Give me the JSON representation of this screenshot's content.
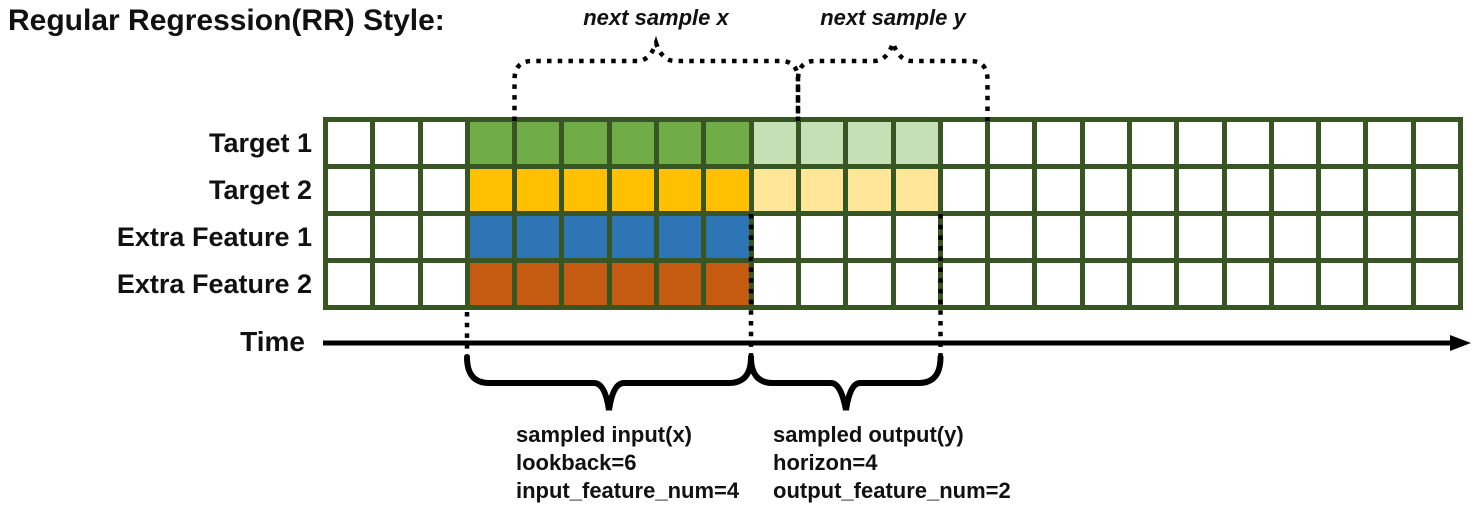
{
  "title": "Regular Regression(RR) Style:",
  "colors": {
    "grid_border": "#375623",
    "annotation_ink": "#000000",
    "cell_default": "#FFFFFF"
  },
  "diagram": {
    "grid": {
      "total_columns": 24,
      "total_rows": 4,
      "input_start_column": 3,
      "lookback": 6,
      "horizon": 4,
      "border_color": "#375623",
      "cell_default_color": "#FFFFFF"
    },
    "rows": [
      {
        "label": "Target 1",
        "input_color": "#70AD47",
        "output_color": "#C5E0B4"
      },
      {
        "label": "Target 2",
        "input_color": "#FFC000",
        "output_color": "#FFE699"
      },
      {
        "label": "Extra Feature 1",
        "input_color": "#2E75B6",
        "output_color": "#FFFFFF"
      },
      {
        "label": "Extra Feature 2",
        "input_color": "#C55A11",
        "output_color": "#FFFFFF"
      }
    ],
    "top_braces": {
      "next_x_label": "next sample x",
      "next_y_label": "next sample y"
    },
    "time_axis_label": "Time",
    "bottom_annotations": {
      "input": {
        "lines": [
          "sampled input(x)",
          "lookback=6",
          "input_feature_num=4"
        ]
      },
      "output": {
        "lines": [
          "sampled output(y)",
          "horizon=4",
          "output_feature_num=2"
        ]
      }
    }
  }
}
